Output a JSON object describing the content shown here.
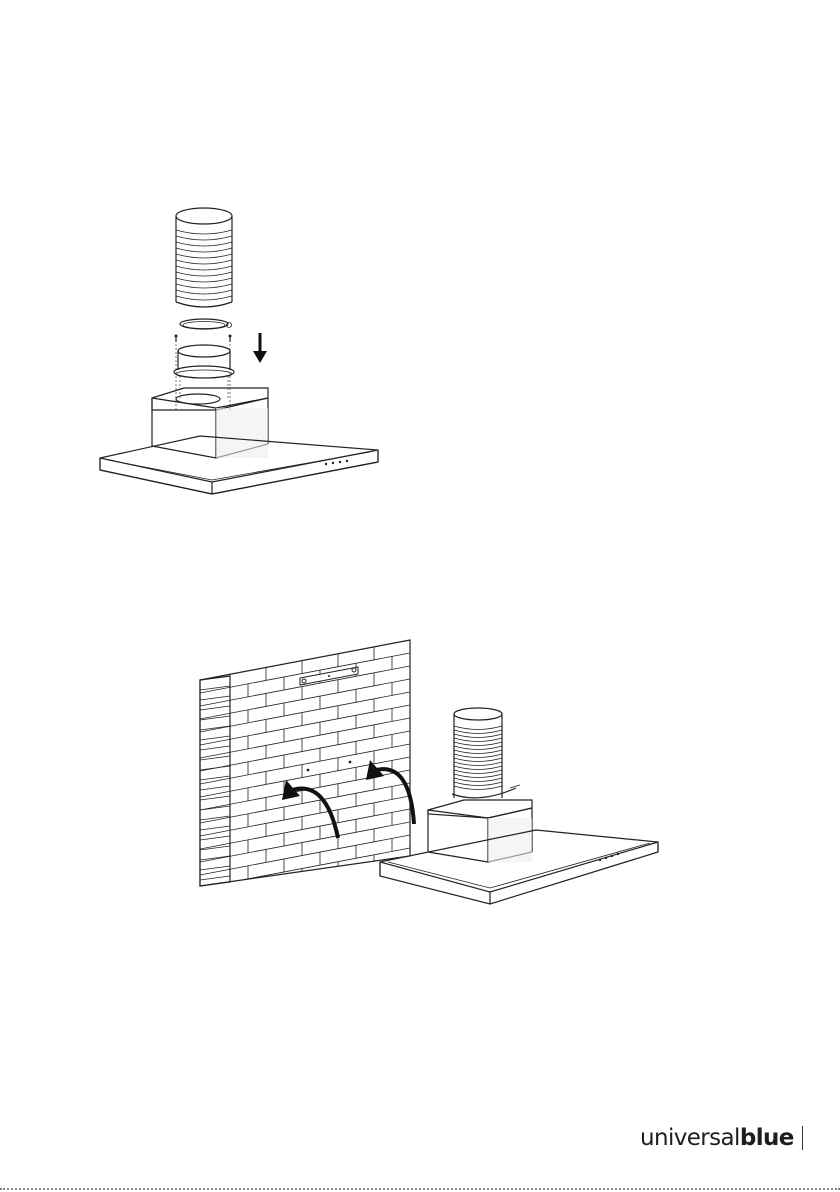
{
  "figures": [
    {
      "id": "duct-connection"
    },
    {
      "id": "wall-mounting"
    }
  ],
  "brand": {
    "light": "universal",
    "bold": "blue"
  },
  "colors": {
    "ink": "#222222",
    "brand": "#1e1e1e"
  }
}
